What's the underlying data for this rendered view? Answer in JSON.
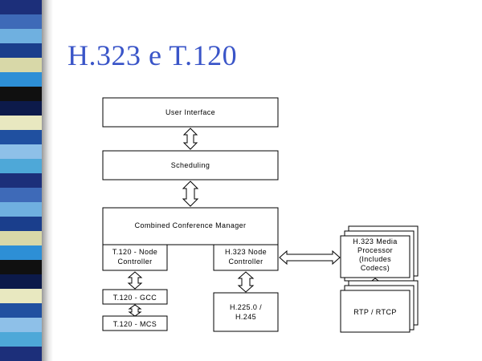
{
  "slide": {
    "title": "H.323 e T.120",
    "stripe_colors": [
      "#1c2f7a",
      "#2d8fd6",
      "#8ec0e8",
      "#1a3e8c",
      "#e8e8c0",
      "#3e6ab8",
      "#101010",
      "#4ea8d8",
      "#d8d8a8",
      "#2050a0",
      "#6fb0e0",
      "#0c1a4a"
    ]
  },
  "diagram": {
    "user_interface": "User Interface",
    "scheduling": "Scheduling",
    "ccm": "Combined Conference Manager",
    "t120_node_line1": "T.120 - Node",
    "t120_node_line2": "Controller",
    "h323_node_line1": "H.323 Node",
    "h323_node_line2": "Controller",
    "gcc": "T.120 - GCC",
    "mcs": "T.120 - MCS",
    "h225_line1": "H.225.0 /",
    "h225_line2": "H.245",
    "media_line1": "H.323 Media",
    "media_line2": "Processor",
    "media_line3": "(Includes",
    "media_line4": "Codecs)",
    "rtp": "RTP / RTCP"
  }
}
